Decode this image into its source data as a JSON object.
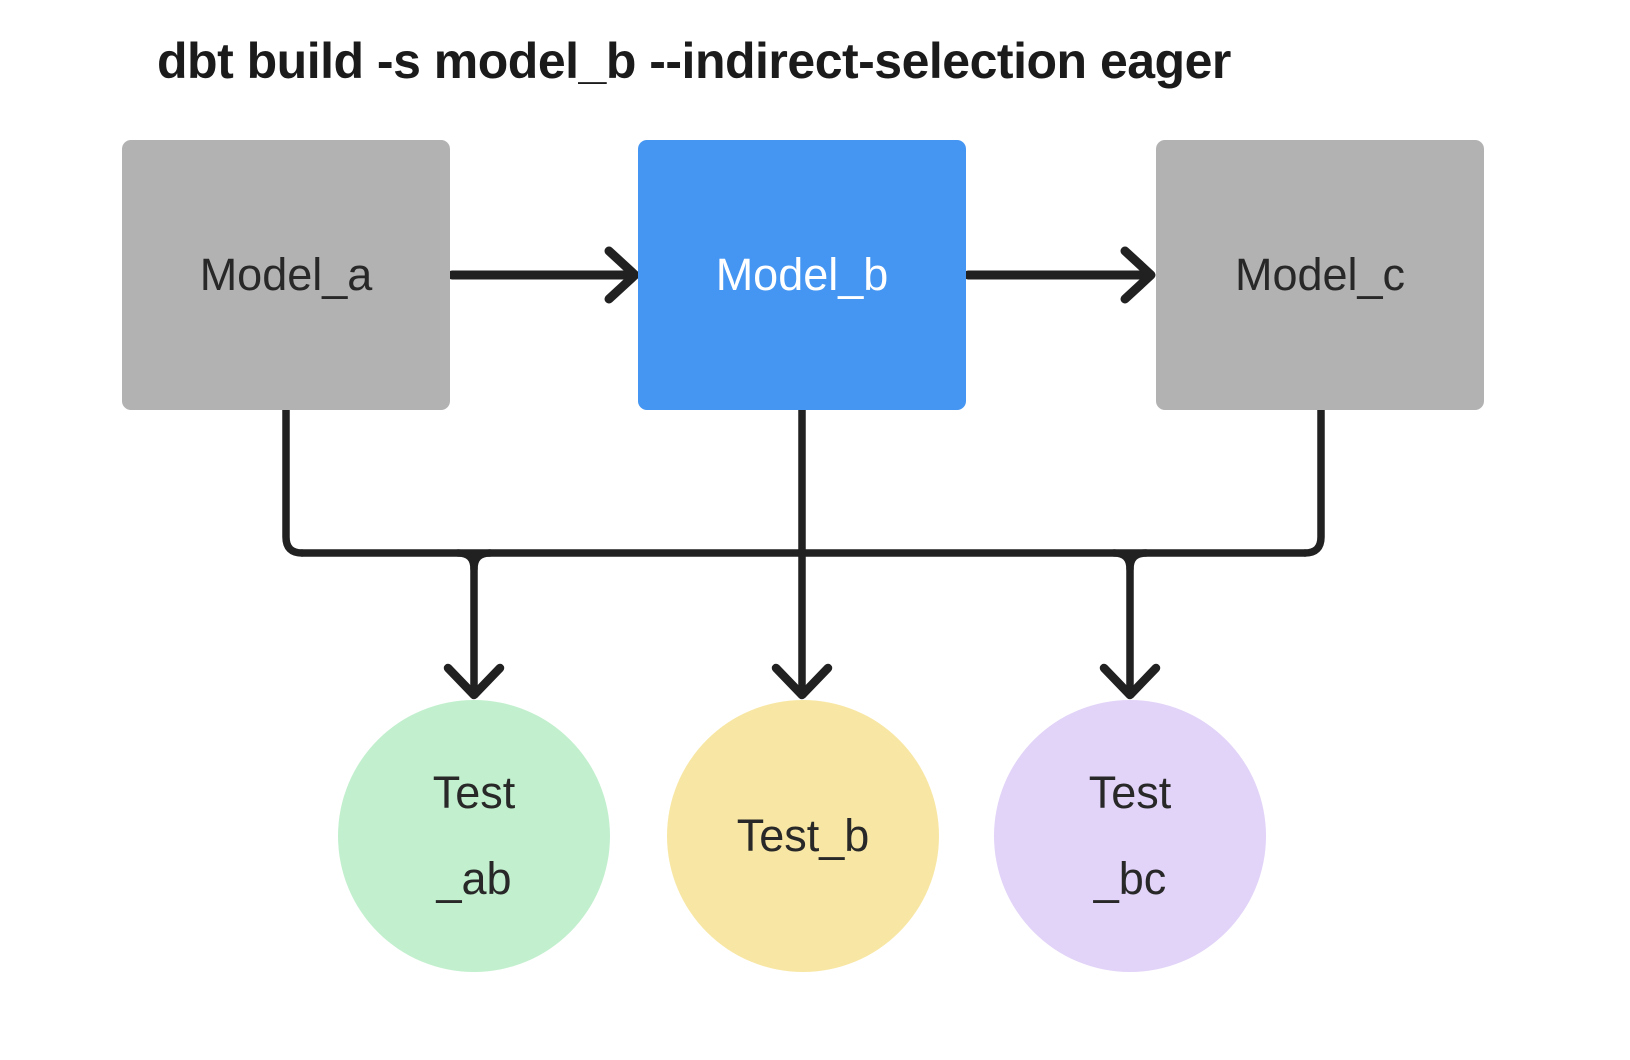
{
  "title": "dbt build -s model_b --indirect-selection eager",
  "highlighted_node": "Model_b",
  "nodes": {
    "model_a": {
      "label": "Model_a",
      "shape": "rectangle",
      "color": "#b2b2b2"
    },
    "model_b": {
      "label": "Model_b",
      "shape": "rectangle",
      "color": "#4496f2",
      "highlighted": true
    },
    "model_c": {
      "label": "Model_c",
      "shape": "rectangle",
      "color": "#b2b2b2"
    },
    "test_ab": {
      "lines": [
        "Test",
        "_ab"
      ],
      "shape": "circle",
      "color": "#c2f0ce"
    },
    "test_b": {
      "label": "Test_b",
      "shape": "circle",
      "color": "#f8e7a4"
    },
    "test_bc": {
      "lines": [
        "Test",
        "_bc"
      ],
      "shape": "circle",
      "color": "#e2d3f8"
    }
  },
  "edges": [
    {
      "from": "Model_a",
      "to": "Model_b"
    },
    {
      "from": "Model_b",
      "to": "Model_c"
    },
    {
      "from": "Model_a",
      "to": "Test_ab"
    },
    {
      "from": "Model_b",
      "to": "Test_ab"
    },
    {
      "from": "Model_b",
      "to": "Test_b"
    },
    {
      "from": "Model_b",
      "to": "Test_bc"
    },
    {
      "from": "Model_c",
      "to": "Test_bc"
    }
  ],
  "colors": {
    "background": "#ffffff",
    "connector": "#212121",
    "title_text": "#1b1b1b",
    "model_default": "#b2b2b2",
    "model_selected": "#4496f2",
    "test_ab": "#c2f0ce",
    "test_b": "#f8e7a4",
    "test_bc": "#e2d3f8"
  }
}
